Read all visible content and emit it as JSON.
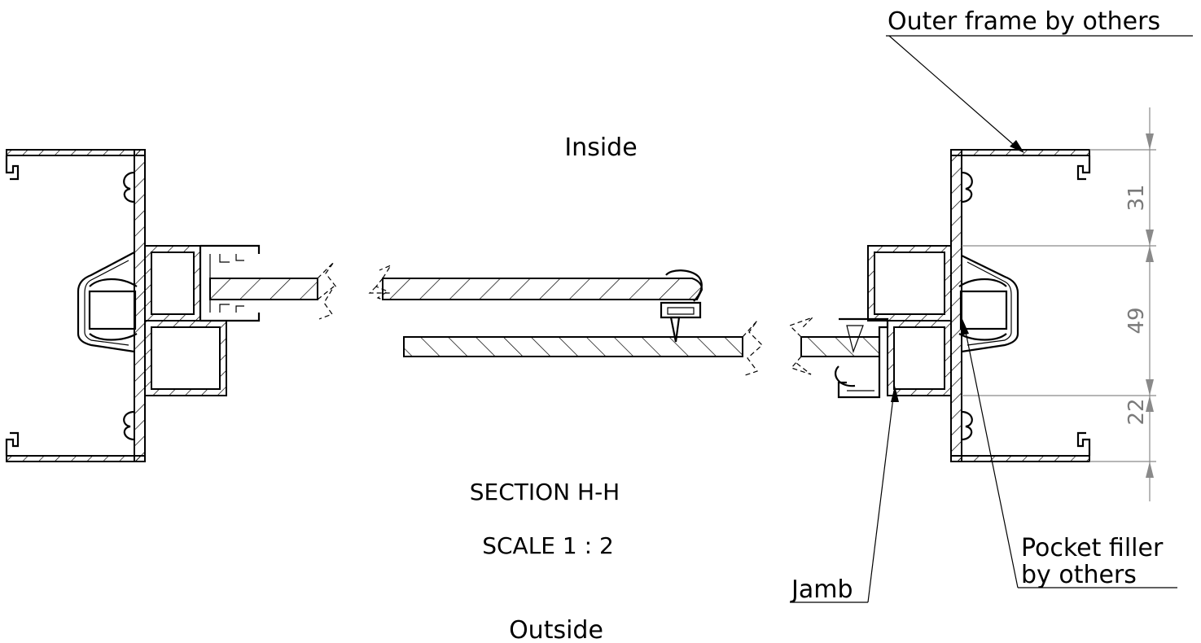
{
  "labels": {
    "inside": "Inside",
    "outside": "Outside",
    "section": "SECTION H-H",
    "scale": "SCALE 1 : 2",
    "outer_frame": "Outer frame by others",
    "pocket_filler_line1": "Pocket filler",
    "pocket_filler_line2": "by others",
    "jamb": "Jamb"
  },
  "dimensions": [
    {
      "id": "dim-31",
      "value": "31"
    },
    {
      "id": "dim-49",
      "value": "49"
    },
    {
      "id": "dim-22",
      "value": "22"
    }
  ]
}
